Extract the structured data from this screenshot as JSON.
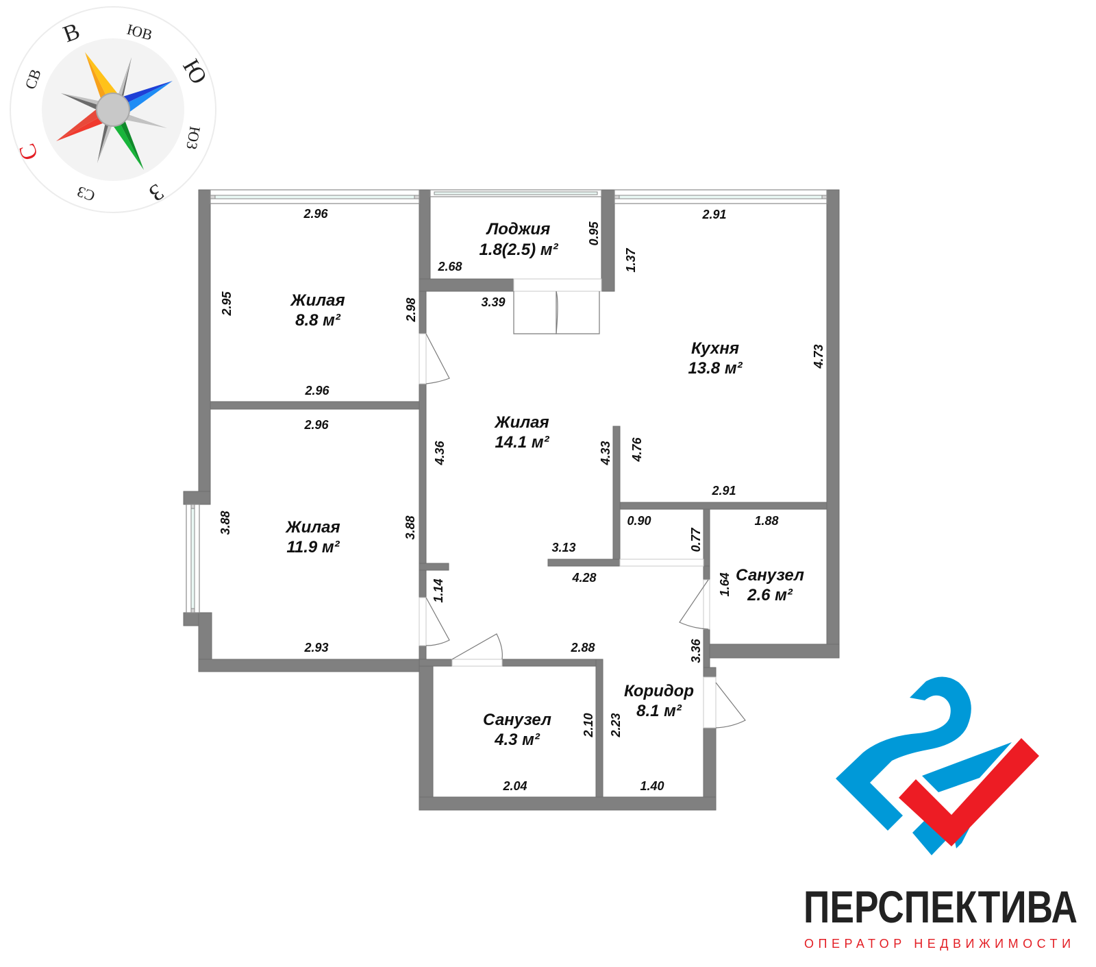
{
  "compass": {
    "labels": {
      "north": "С",
      "northeast": "СВ",
      "east": "В",
      "southeast": "ЮВ",
      "south": "Ю",
      "southwest": "ЮЗ",
      "west": "З",
      "northwest": "СЗ"
    },
    "colors": {
      "north_label": "#e31e24",
      "ray_red": "#f03a2e",
      "ray_orange": "#f7a11a",
      "ray_blue": "#1e6cf0",
      "ray_green": "#12a531",
      "ray_gray_dark": "#6b6b6b",
      "ray_gray_light": "#c2c2c2",
      "center": "#c8c8c8"
    }
  },
  "rooms": [
    {
      "id": "bedroom-1",
      "name": "Жилая",
      "area": "8.8 м²"
    },
    {
      "id": "loggia",
      "name": "Лоджия",
      "area": "1.8(2.5) м²"
    },
    {
      "id": "kitchen",
      "name": "Кухня",
      "area": "13.8 м²"
    },
    {
      "id": "living",
      "name": "Жилая",
      "area": "14.1 м²"
    },
    {
      "id": "bedroom-2",
      "name": "Жилая",
      "area": "11.9 м²"
    },
    {
      "id": "bathroom-small",
      "name": "Санузел",
      "area": "2.6 м²"
    },
    {
      "id": "bathroom-large",
      "name": "Санузел",
      "area": "4.3 м²"
    },
    {
      "id": "corridor",
      "name": "Коридор",
      "area": "8.1 м²"
    }
  ],
  "dimensions": {
    "bedroom1_top": "2.96",
    "bedroom1_left": "2.95",
    "bedroom1_right": "2.98",
    "bedroom1_bottom": "2.96",
    "loggia_bottom_left": "2.68",
    "loggia_right": "0.95",
    "kitchen_top": "2.91",
    "kitchen_left_upper": "1.37",
    "kitchen_right": "4.73",
    "kitchen_bottom": "2.91",
    "kitchen_left_lower": "4.76",
    "living_top": "3.39",
    "living_left": "4.36",
    "living_right": "4.33",
    "living_bottom": "3.13",
    "living_lower_left": "1.14",
    "hall_top": "4.28",
    "hall_bottom": "2.88",
    "bedroom2_top": "2.96",
    "bedroom2_left": "3.88",
    "bedroom2_right": "3.88",
    "bedroom2_bottom": "2.93",
    "closet_top": "0.90",
    "closet_right": "0.77",
    "bath_small_top": "1.88",
    "bath_small_left": "1.64",
    "corridor_right": "3.36",
    "bath_large_right": "2.10",
    "bath_large_bottom": "2.04",
    "corridor_left": "2.23",
    "corridor_bottom": "1.40"
  },
  "brand": {
    "name": "ПЕРСПЕКТИВА",
    "tagline": "ОПЕРАТОР НЕДВИЖИМОСТИ",
    "colors": {
      "blue": "#0099d8",
      "red": "#ed1c24",
      "text": "#222222"
    }
  },
  "colors": {
    "wall": "#808080",
    "background": "#ffffff",
    "text": "#111111"
  }
}
